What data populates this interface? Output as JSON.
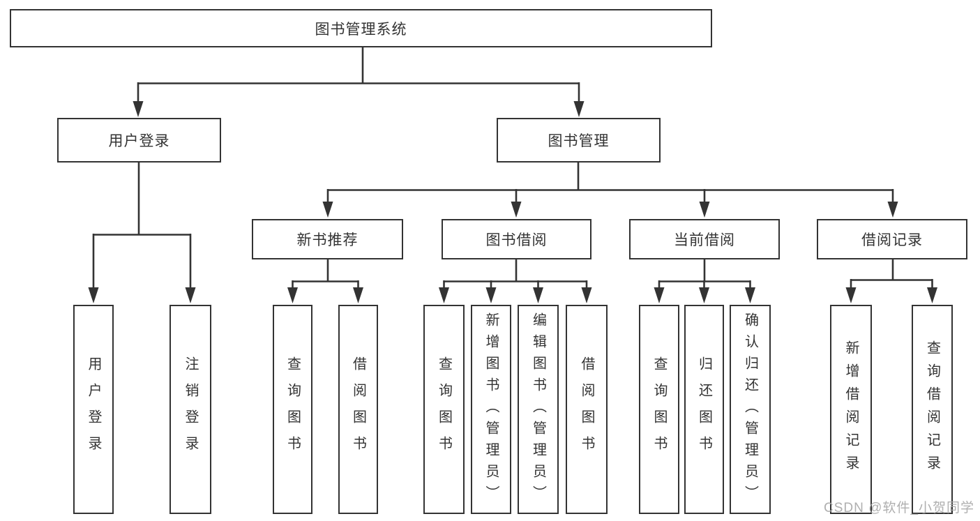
{
  "diagram": {
    "type": "hierarchy-tree",
    "root": {
      "label": "图书管理系统"
    },
    "level1": [
      {
        "label": "用户登录"
      },
      {
        "label": "图书管理"
      }
    ],
    "level2": [
      {
        "label": "新书推荐"
      },
      {
        "label": "图书借阅"
      },
      {
        "label": "当前借阅"
      },
      {
        "label": "借阅记录"
      }
    ],
    "leaves": {
      "user_login": [
        {
          "label": "用户登录"
        },
        {
          "label": "注销登录"
        }
      ],
      "new_book_rec": [
        {
          "label": "查询图书"
        },
        {
          "label": "借阅图书"
        }
      ],
      "book_borrow": [
        {
          "label": "查询图书"
        },
        {
          "label": "新增图书（管理员）"
        },
        {
          "label": "编辑图书（管理员）"
        },
        {
          "label": "借阅图书"
        }
      ],
      "current_borrow": [
        {
          "label": "查询图书"
        },
        {
          "label": "归还图书"
        },
        {
          "label": "确认归还（管理员）"
        }
      ],
      "borrow_record": [
        {
          "label": "新增借阅记录"
        },
        {
          "label": "查询借阅记录"
        }
      ]
    }
  },
  "watermark": {
    "text": "CSDN @软件_小贺同学"
  },
  "colors": {
    "line": "#333333",
    "box_border": "#333333",
    "text": "#333333",
    "background": "#ffffff",
    "watermark": "#a8a8a8"
  }
}
